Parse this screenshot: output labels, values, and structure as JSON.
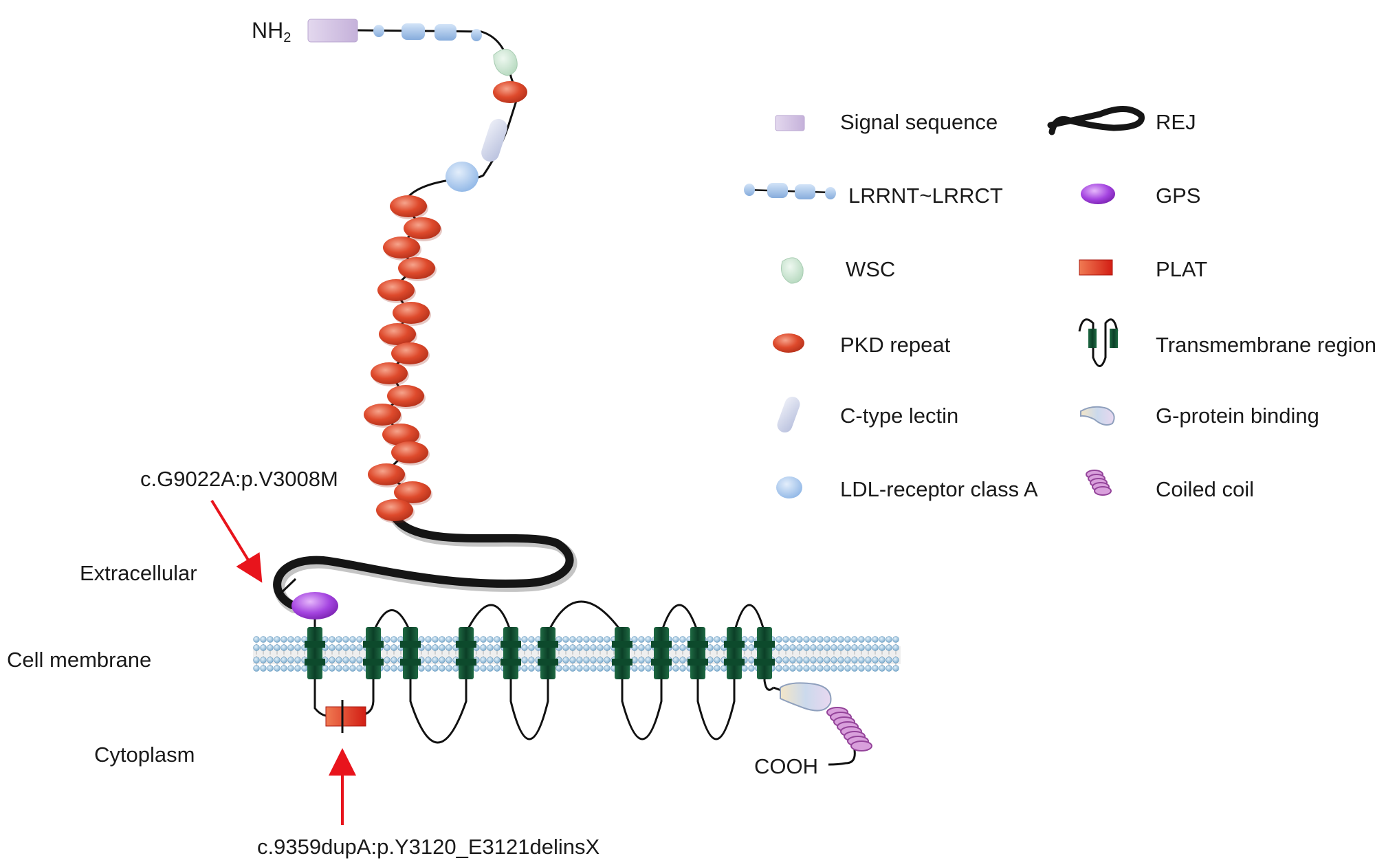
{
  "diagram": {
    "terminal_n": "NH",
    "terminal_n_sub": "2",
    "terminal_c": "COOH",
    "region_labels": {
      "extracellular": "Extracellular",
      "membrane": "Cell membrane",
      "cytoplasm": "Cytoplasm"
    },
    "mutations": [
      {
        "label": "c.G9022A:p.V3008M",
        "arrow_color": "#e8141c"
      },
      {
        "label": "c.9359dupA:p.Y3120_E3121delinsX",
        "arrow_color": "#e8141c"
      }
    ],
    "legend": [
      {
        "label": "Signal sequence",
        "color": "#d5c6e3"
      },
      {
        "label": "REJ",
        "color": "#111111"
      },
      {
        "label": "LRRNT~LRRCT",
        "color": "#a9c7ec"
      },
      {
        "label": "GPS",
        "color": "#a544e0"
      },
      {
        "label": "WSC",
        "color": "#c7e3cf"
      },
      {
        "label": "PLAT",
        "color": "#e03c22"
      },
      {
        "label": "PKD repeat",
        "color": "#d9482c"
      },
      {
        "label": "Transmembrane region",
        "color": "#0c4a2e"
      },
      {
        "label": "C-type lectin",
        "color": "#ccd3ea"
      },
      {
        "label": "G-protein binding",
        "color": "#e6d8be"
      },
      {
        "label": "LDL-receptor class A",
        "color": "#a9c9ee"
      },
      {
        "label": "Coiled coil",
        "color": "#b762b8"
      }
    ]
  }
}
